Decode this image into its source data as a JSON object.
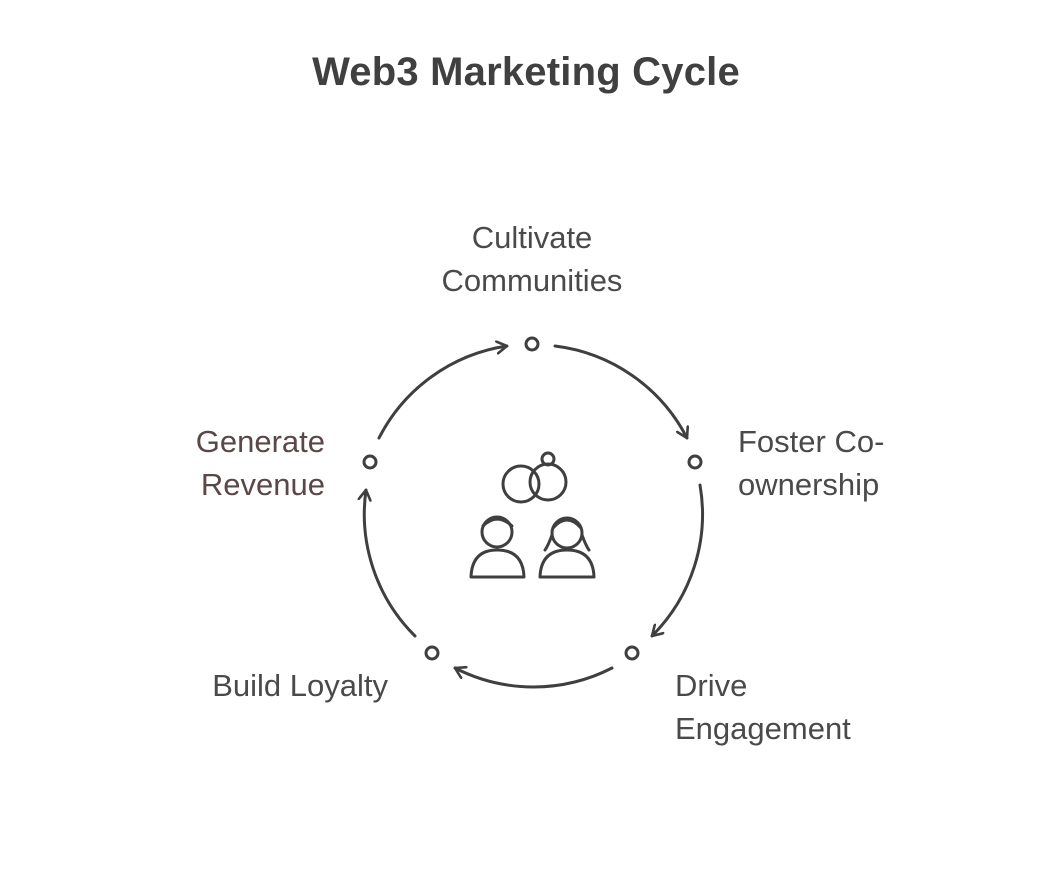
{
  "title": "Web3 Marketing Cycle",
  "stages": [
    {
      "lines": [
        "Cultivate",
        "Communities"
      ]
    },
    {
      "lines": [
        "Foster Co-",
        "ownership"
      ]
    },
    {
      "lines": [
        "Drive",
        "Engagement"
      ]
    },
    {
      "lines": [
        "Build Loyalty"
      ]
    },
    {
      "lines": [
        "Generate",
        "Revenue"
      ]
    }
  ],
  "colors": {
    "stroke": "#3f3f3f",
    "text": "#4a4a4a",
    "title": "#404040"
  },
  "icons": [
    "circular-arrow-icon",
    "node-circle-icon",
    "two-people-icon"
  ]
}
